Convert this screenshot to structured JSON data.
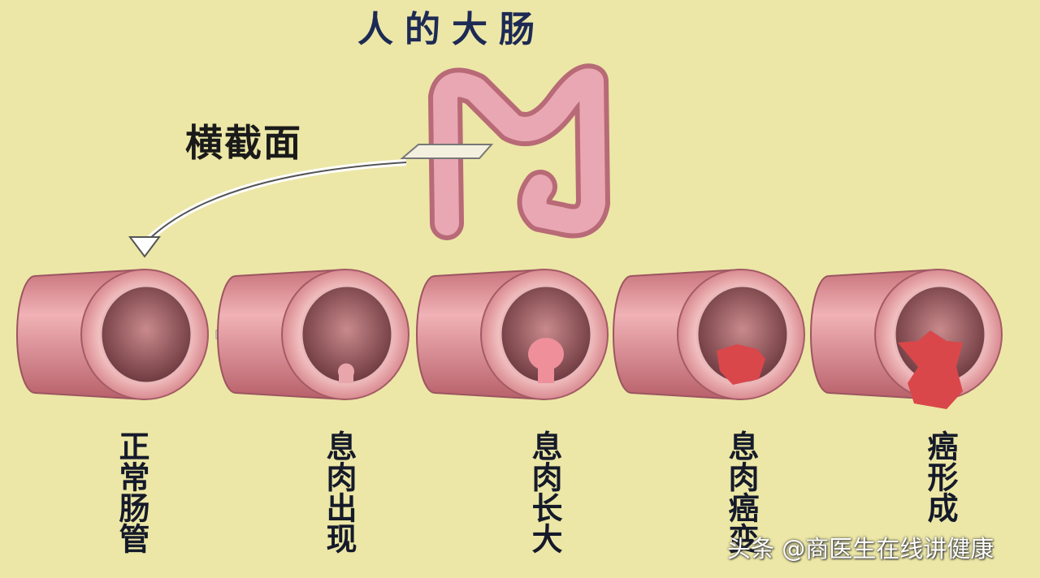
{
  "title": "人的大肠",
  "cross_section_label": "横截面",
  "stages": [
    {
      "label": "正常肠管",
      "lesion": "none"
    },
    {
      "label": "息肉出现",
      "lesion": "small-polyp"
    },
    {
      "label": "息肉长大",
      "lesion": "large-polyp"
    },
    {
      "label": "息肉癌变",
      "lesion": "cancerous-polyp"
    },
    {
      "label": "癌形成",
      "lesion": "cancer"
    }
  ],
  "watermark": "头条 @商医生在线讲健康",
  "colors": {
    "background": "#ece7a6",
    "tissue": "#d9868f",
    "lesion": "#d9474b",
    "text": "#1d2a55"
  }
}
